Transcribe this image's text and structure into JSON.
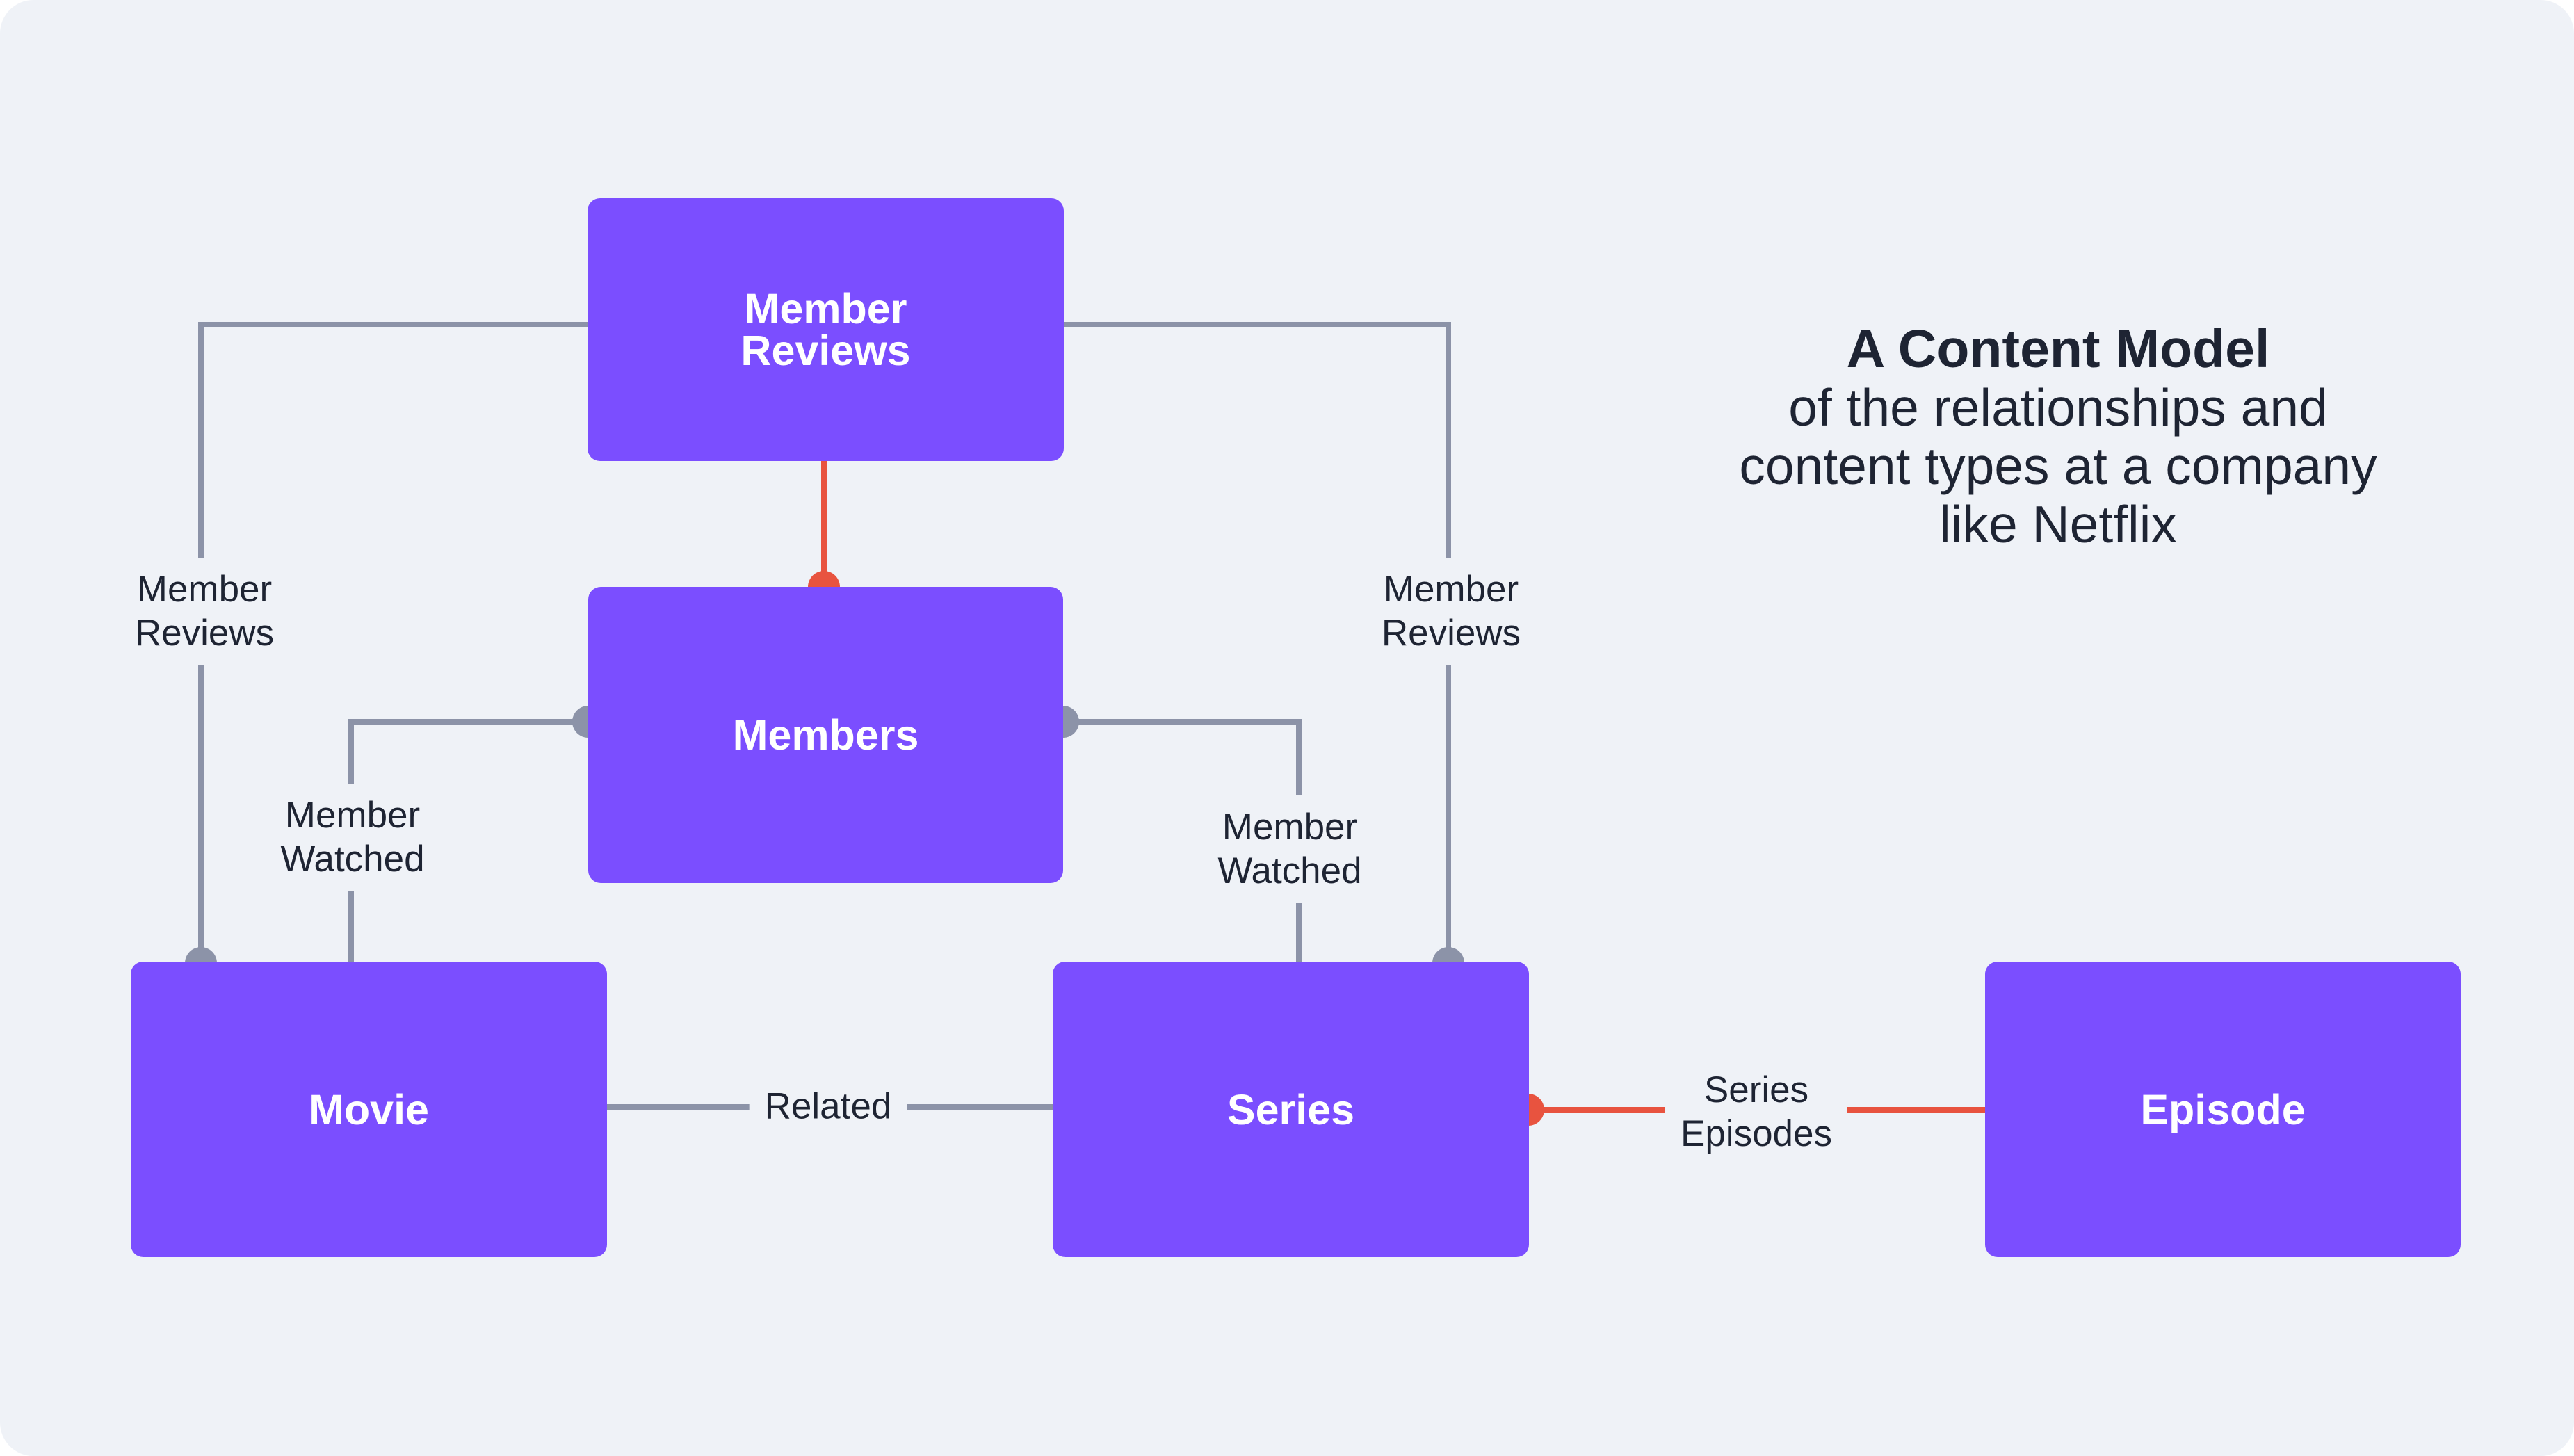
{
  "title": {
    "main": "A Content Model",
    "subtitle": "of the relationships and\ncontent types at a company\nlike Netflix"
  },
  "nodes": {
    "member_reviews": "Member\nReviews",
    "members": "Members",
    "movie": "Movie",
    "series": "Series",
    "episode": "Episode"
  },
  "edges": {
    "reviews_to_movie": "Member\nReviews",
    "reviews_to_series": "Member\nReviews",
    "members_watched_movie": "Member\nWatched",
    "members_watched_series": "Member\nWatched",
    "movie_series_related": "Related",
    "series_episodes": "Series\nEpisodes"
  },
  "colors": {
    "background": "#eff2f7",
    "node_fill": "#7b4eff",
    "node_text": "#ffffff",
    "connector_gray": "#8c93a8",
    "connector_red": "#e8533f",
    "label_text": "#1e2433"
  }
}
